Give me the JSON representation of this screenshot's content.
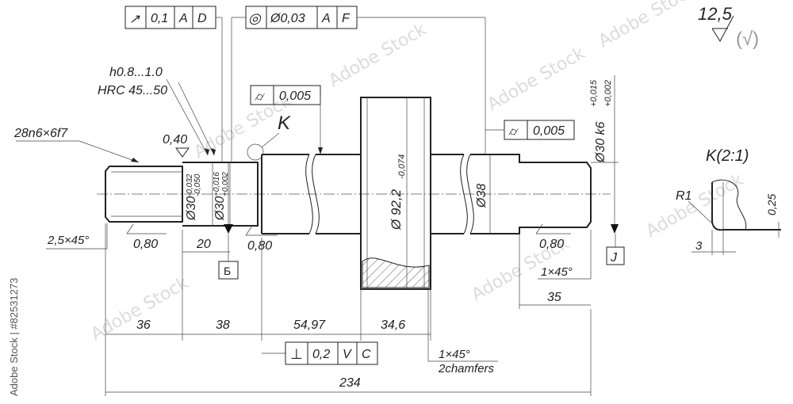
{
  "watermark": {
    "side_text": "Adobe Stock | #82531273",
    "repeat_mark": "Adobe Stock"
  },
  "roughness": {
    "value": "12,5",
    "check": "(√)"
  },
  "tolerance_frames": {
    "runout_top": {
      "symbol": "↗",
      "value": "0,1",
      "datum1": "A",
      "datum2": "D"
    },
    "concentricity": {
      "symbol": "◎",
      "value": "Ø0,03",
      "datum1": "A",
      "datum2": "F"
    },
    "cylindricity_left": {
      "symbol": "⌭",
      "value": "0,005"
    },
    "cylindricity_right": {
      "symbol": "⌭",
      "value": "0,005"
    },
    "perpendicularity": {
      "symbol": "⊥",
      "value": "0,2",
      "datum1": "V",
      "datum2": "C"
    }
  },
  "labels": {
    "hardness_depth": "h0.8...1.0",
    "hardness": "HRC 45...50",
    "spline": "28n6×6f7",
    "roughness_small": "0,40",
    "detail_marker": "K",
    "chamfer_left": "2,5×45°",
    "ra_left": "0,80",
    "ra_mid": "0,80",
    "ra_right": "0,80",
    "len_20": "20",
    "datum_b": "Б",
    "datum_j": "J",
    "chamfer_right": "1×45°",
    "len_35": "35",
    "dim_36": "36",
    "dim_38": "38",
    "dim_5497": "54,97",
    "dim_346": "34,6",
    "dim_234": "234",
    "chamfer_bottom": "1×45°",
    "chamfers_note": "2chamfers",
    "dia_38": "Ø38",
    "dia_922_base": "Ø 92,2",
    "dia_922_tol": "-0,074",
    "dia_30_base": "Ø30",
    "dia_30a_tol_up": "-0,032",
    "dia_30a_tol_lo": "-0,050",
    "dia_30b_tol_up": "+0,016",
    "dia_30b_tol_lo": "+0,002",
    "dia_30k6": "Ø30 k6",
    "dia_30k6_tol_up": "+0,015",
    "dia_30k6_tol_lo": "+0,002",
    "detail_title": "K(2:1)",
    "detail_radius": "R1",
    "detail_dim_3": "3",
    "detail_dim_025": "0,25"
  }
}
